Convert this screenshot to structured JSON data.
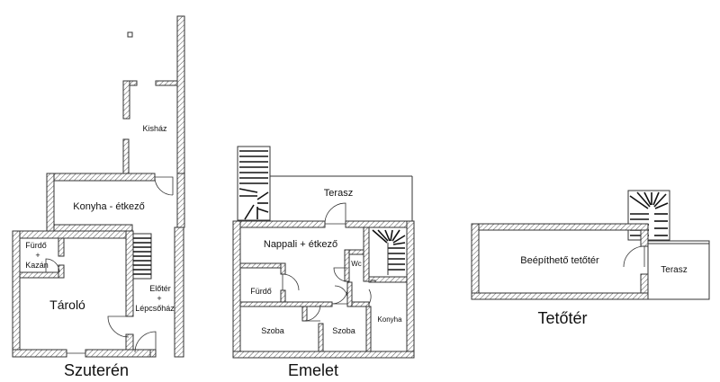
{
  "plans": {
    "szuteren": {
      "title": "Szuterén",
      "rooms": {
        "kishaz": "Kisház",
        "konyha": "Konyha - étkező",
        "furdo_kazan_1": "Fürdő",
        "furdo_kazan_2": "+",
        "furdo_kazan_3": "Kazán",
        "tarolo": "Tároló",
        "eloter_1": "Előtér",
        "eloter_2": "+",
        "eloter_3": "Lépcsőház"
      }
    },
    "emelet": {
      "title": "Emelet",
      "rooms": {
        "terasz": "Terasz",
        "nappali": "Nappali + étkező",
        "wc": "Wc",
        "furdo": "Fürdő",
        "szoba_1": "Szoba",
        "szoba_2": "Szoba",
        "konyha": "Konyha"
      }
    },
    "teteter": {
      "title": "Tetőtér",
      "rooms": {
        "beepitheto": "Beépíthető tetőtér",
        "terasz": "Terasz"
      }
    }
  }
}
